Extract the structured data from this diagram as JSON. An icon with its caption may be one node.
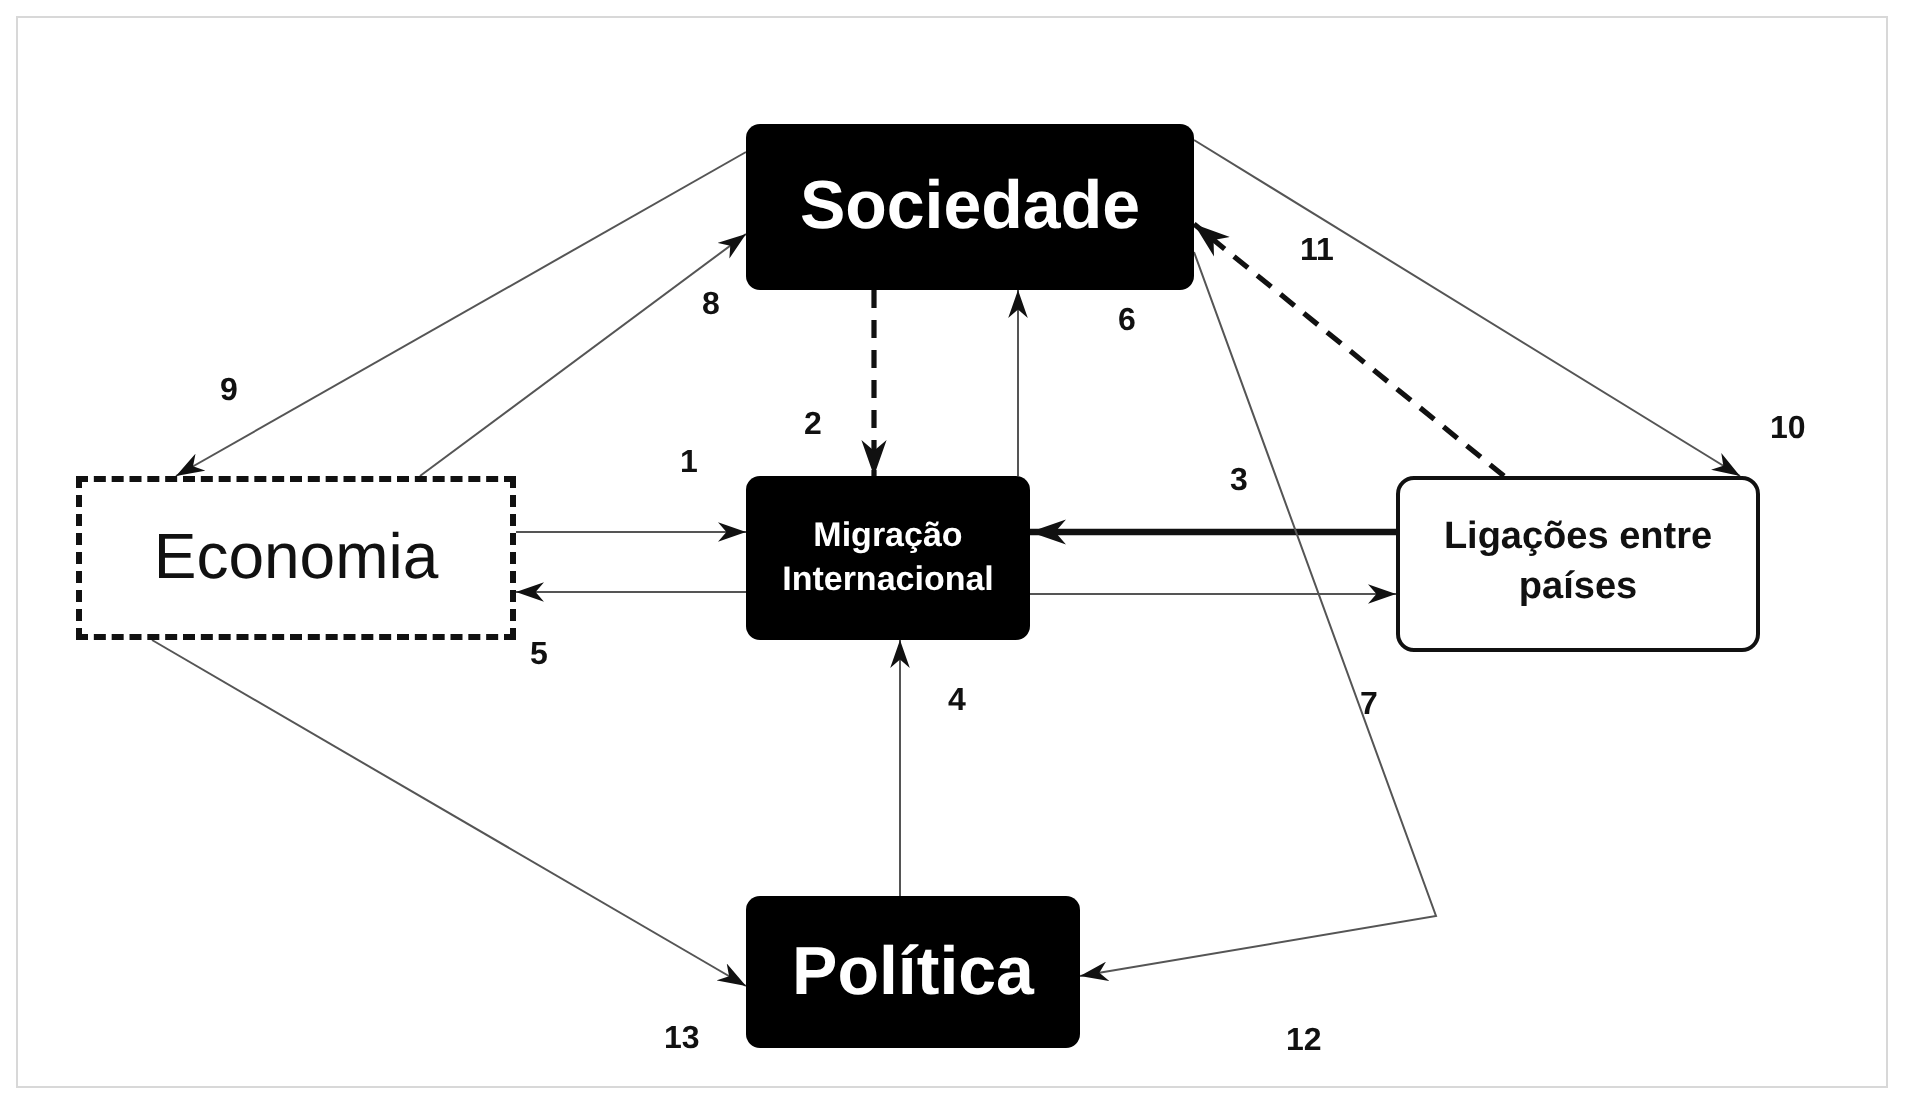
{
  "diagram": {
    "nodes": [
      {
        "text": [
          "Sociedade"
        ]
      },
      {
        "text": [
          "Economia"
        ]
      },
      {
        "text": [
          "Migração Internacional"
        ]
      },
      {
        "text": [
          "Ligações entre países"
        ]
      },
      {
        "text": [
          "Política"
        ]
      }
    ],
    "edges": [
      {
        "from": 1,
        "to": 2,
        "arrow": "to"
      },
      {
        "from": 0,
        "to": 2,
        "arrow": "to",
        "style": "dashed"
      },
      {
        "from": 3,
        "to": 2,
        "arrow": "to",
        "style": "thick"
      },
      {
        "from": 4,
        "to": 2,
        "arrow": "to"
      },
      {
        "from": 2,
        "to": 1,
        "arrow": "to"
      },
      {
        "from": 2,
        "to": 0,
        "arrow": "to"
      },
      {
        "from": 2,
        "to": 3,
        "arrow": "to"
      },
      {
        "from": 1,
        "to": 0,
        "arrow": "to"
      },
      {
        "from": 0,
        "to": 1,
        "arrow": "to"
      },
      {
        "from": 0,
        "to": 3,
        "arrow": "to"
      },
      {
        "from": 3,
        "to": 0,
        "arrow": "to",
        "style": "dashed"
      },
      {
        "from": 0,
        "to": 4,
        "arrow": "to"
      },
      {
        "from": 1,
        "to": 4,
        "arrow": "to"
      }
    ],
    "labels": [
      "1",
      "2",
      "3",
      "4",
      "5",
      "6",
      "7",
      "8",
      "9",
      "10",
      "11",
      "12",
      "13"
    ]
  }
}
